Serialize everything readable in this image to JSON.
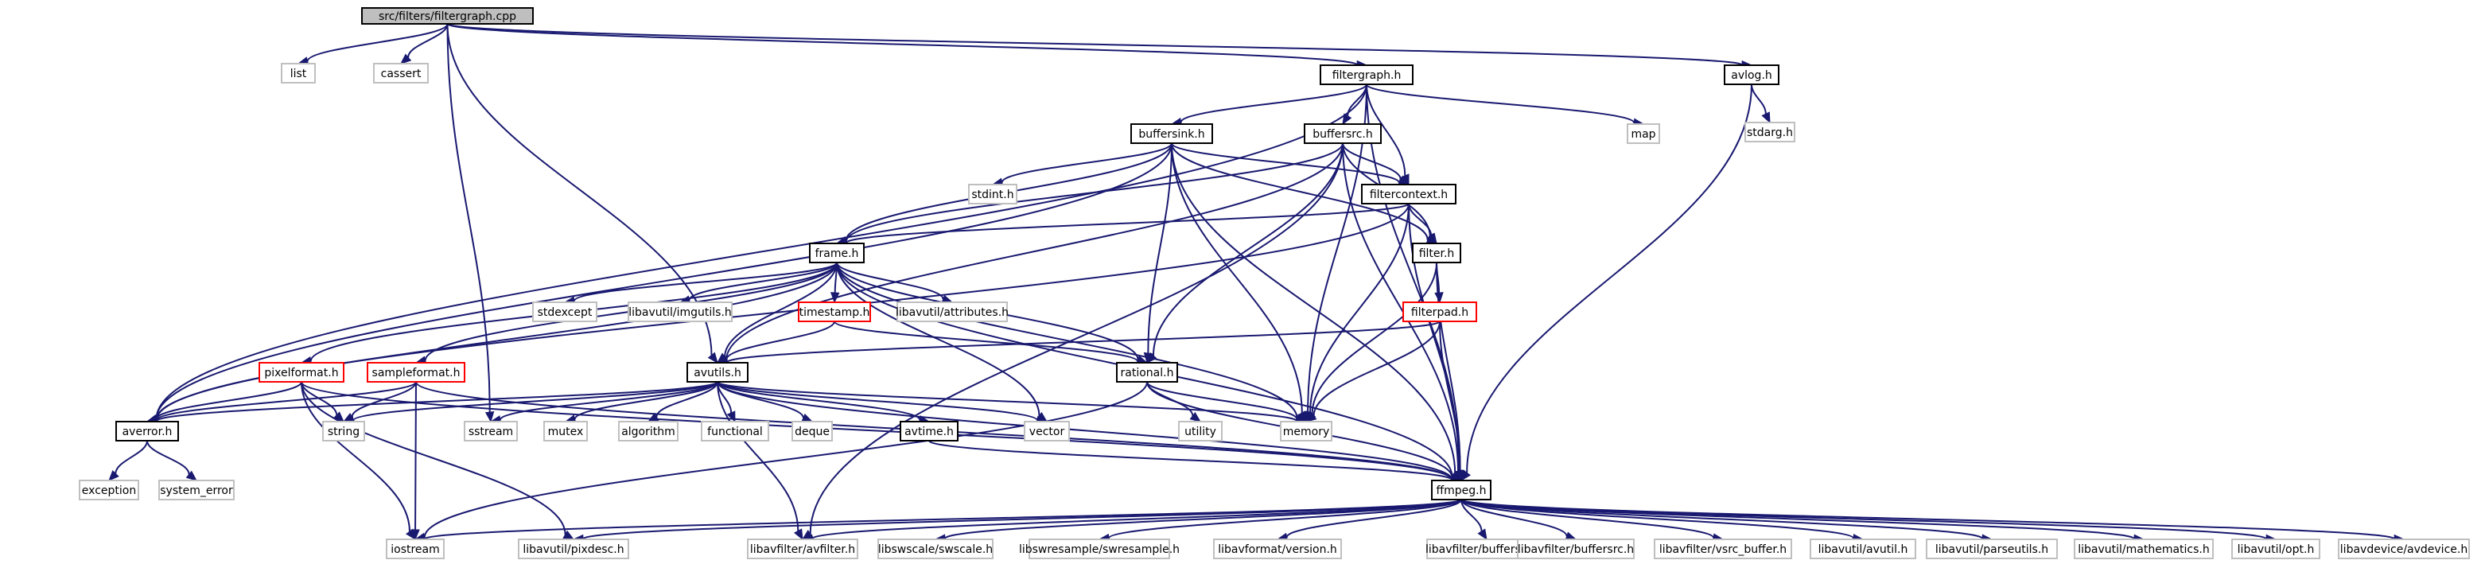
{
  "graph": {
    "nodes": {
      "filtergraph_cpp": "src/filters/filtergraph.cpp",
      "list": "list",
      "cassert": "cassert",
      "filtergraph_h": "filtergraph.h",
      "avlog_h": "avlog.h",
      "stdarg_h": "stdarg.h",
      "buffersink_h": "buffersink.h",
      "buffersrc_h": "buffersrc.h",
      "map": "map",
      "stdint_h": "stdint.h",
      "filtercontext_h": "filtercontext.h",
      "frame_h": "frame.h",
      "filter_h": "filter.h",
      "stdexcept": "stdexcept",
      "libavutil_imgutils_h": "libavutil/imgutils.h",
      "timestamp_h": "timestamp.h",
      "libavutil_attributes_h": "libavutil/attributes.h",
      "filterpad_h": "filterpad.h",
      "pixelformat_h": "pixelformat.h",
      "sampleformat_h": "sampleformat.h",
      "avutils_h": "avutils.h",
      "rational_h": "rational.h",
      "averror_h": "averror.h",
      "string": "string",
      "sstream": "sstream",
      "mutex": "mutex",
      "algorithm": "algorithm",
      "functional": "functional",
      "deque": "deque",
      "avtime_h": "avtime.h",
      "vector": "vector",
      "utility": "utility",
      "memory": "memory",
      "exception": "exception",
      "system_error": "system_error",
      "ffmpeg_h": "ffmpeg.h",
      "iostream": "iostream",
      "libavutil_pixdesc_h": "libavutil/pixdesc.h",
      "libavfilter_avfilter_h": "libavfilter/avfilter.h",
      "libswscale_swscale_h": "libswscale/swscale.h",
      "libswresample_swresample_h": "libswresample/swresample.h",
      "libavformat_version_h": "libavformat/version.h",
      "libavfilter_buffersink_h": "libavfilter/buffersink.h",
      "libavfilter_buffersrc_h": "libavfilter/buffersrc.h",
      "libavfilter_vsrc_buffer_h": "libavfilter/vsrc_buffer.h",
      "libavutil_avutil_h": "libavutil/avutil.h",
      "libavutil_parseutils_h": "libavutil/parseutils.h",
      "libavutil_mathematics_h": "libavutil/mathematics.h",
      "libavutil_opt_h": "libavutil/opt.h",
      "libavdevice_avdevice_h": "libavdevice/avdevice.h"
    },
    "colors": {
      "edge": "#191970",
      "documented_border": "#000000",
      "incomplete_border": "#ff0000",
      "external_border": "#bfbfbf",
      "root_fill": "#bfbfbf"
    }
  }
}
